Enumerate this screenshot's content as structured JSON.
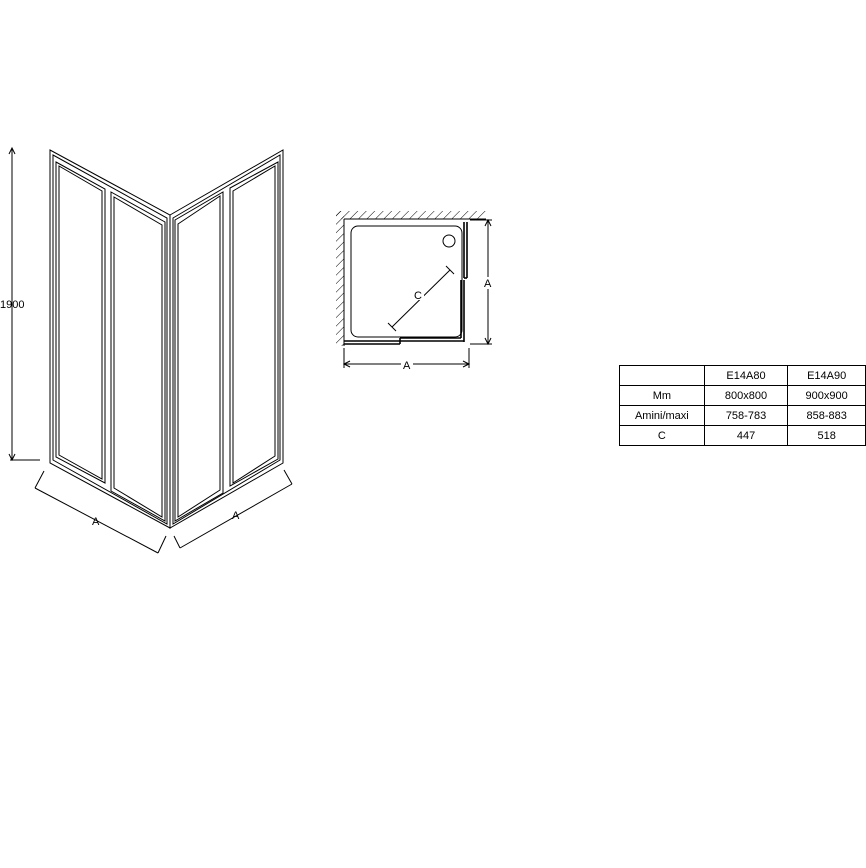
{
  "diagram": {
    "height_label": "1900",
    "width_label_left": "A",
    "width_label_right": "A",
    "plan_diagonal_label": "C",
    "plan_width_label": "A",
    "plan_depth_label": "A"
  },
  "spec_table": {
    "header": [
      "",
      "E14A80",
      "E14A90"
    ],
    "rows": [
      [
        "Mm",
        "800x800",
        "900x900"
      ],
      [
        "Amini/maxi",
        "758-783",
        "858-883"
      ],
      [
        "C",
        "447",
        "518"
      ]
    ]
  }
}
